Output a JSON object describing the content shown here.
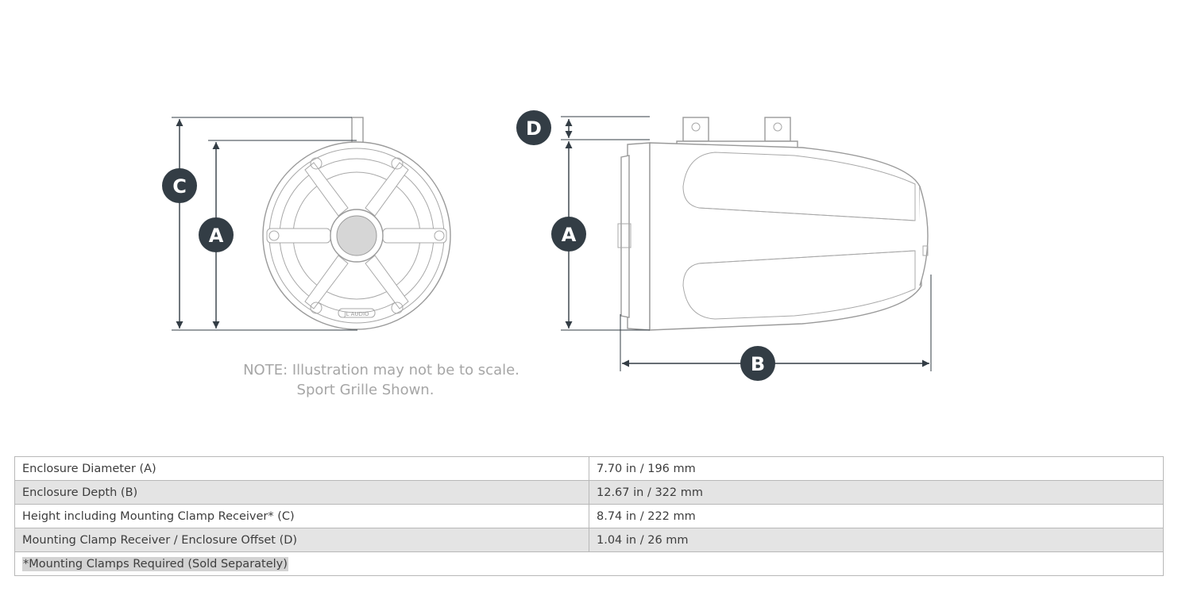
{
  "labels": {
    "a": "A",
    "b": "B",
    "c": "C",
    "d": "D"
  },
  "note": {
    "line1": "NOTE: Illustration may not be to scale.",
    "line2": "Sport Grille Shown."
  },
  "logo_text": "JL AUDIO",
  "colors": {
    "badge": "#333d45",
    "outline": "#9a9a9a",
    "note": "#a6a6a6",
    "row_shade": "#e4e4e4"
  },
  "specs": [
    {
      "label": "Enclosure Diameter (A)",
      "value": "7.70 in / 196 mm"
    },
    {
      "label": "Enclosure Depth (B)",
      "value": "12.67 in / 322 mm"
    },
    {
      "label": "Height including Mounting Clamp Receiver* (C)",
      "value": "8.74 in / 222 mm"
    },
    {
      "label": "Mounting Clamp Receiver / Enclosure Offset (D)",
      "value": "1.04 in / 26 mm"
    }
  ],
  "footnote": "*Mounting Clamps Required (Sold Separately)"
}
